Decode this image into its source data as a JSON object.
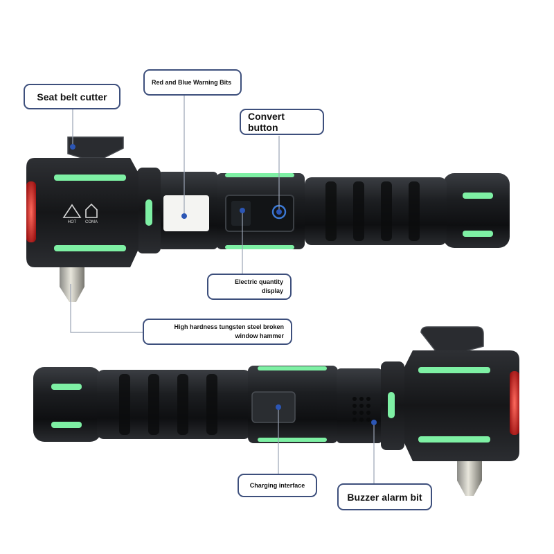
{
  "product": {
    "description": "Two views of a black multi-function tactical flashlight with green luminous strips, a red tail light, seat belt cutter, LED display and steel window-breaker tip",
    "colors": {
      "body": "#1b1d20",
      "glow": "#7ef0a4",
      "red": "#d42a2a",
      "callout_border": "#3d4f7c",
      "marker": "#2c56b5"
    }
  },
  "callouts": {
    "seat_belt_cutter": "Seat belt cutter",
    "warning_bits": "Red and Blue Warning Bits",
    "convert_button": "Convert button",
    "quantity_display": "Electric quantity display",
    "hammer": "High hardness tungsten steel broken window hammer",
    "charging": "Charging interface",
    "buzzer": "Buzzer alarm bit"
  },
  "engravings": {
    "hot": "HOT",
    "coma": "COMA"
  }
}
